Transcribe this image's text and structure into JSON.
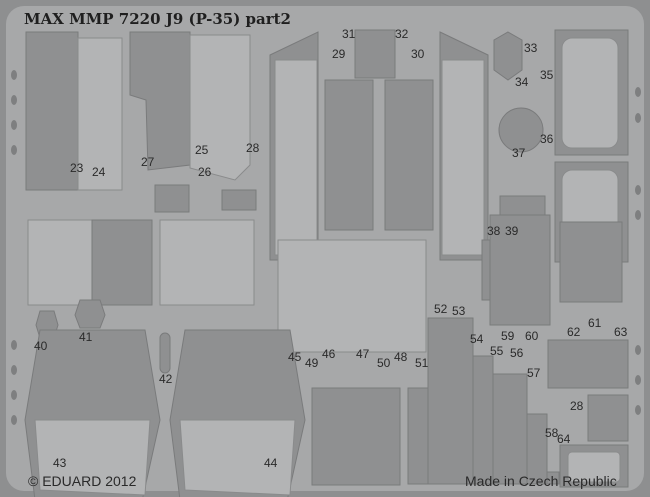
{
  "title": "MAX MMP 7220 J9 (P-35) part2",
  "copyright": "© EDUARD 2012",
  "origin": "Made in Czech Republic",
  "part_numbers": [
    "23",
    "24",
    "25",
    "26",
    "27",
    "28",
    "29",
    "30",
    "31",
    "32",
    "33",
    "34",
    "35",
    "36",
    "37",
    "38",
    "39",
    "40",
    "41",
    "42",
    "43",
    "44",
    "45",
    "46",
    "47",
    "48",
    "49",
    "50",
    "51",
    "52",
    "53",
    "54",
    "55",
    "56",
    "57",
    "58",
    "59",
    "60",
    "61",
    "62",
    "63",
    "28",
    "64"
  ]
}
